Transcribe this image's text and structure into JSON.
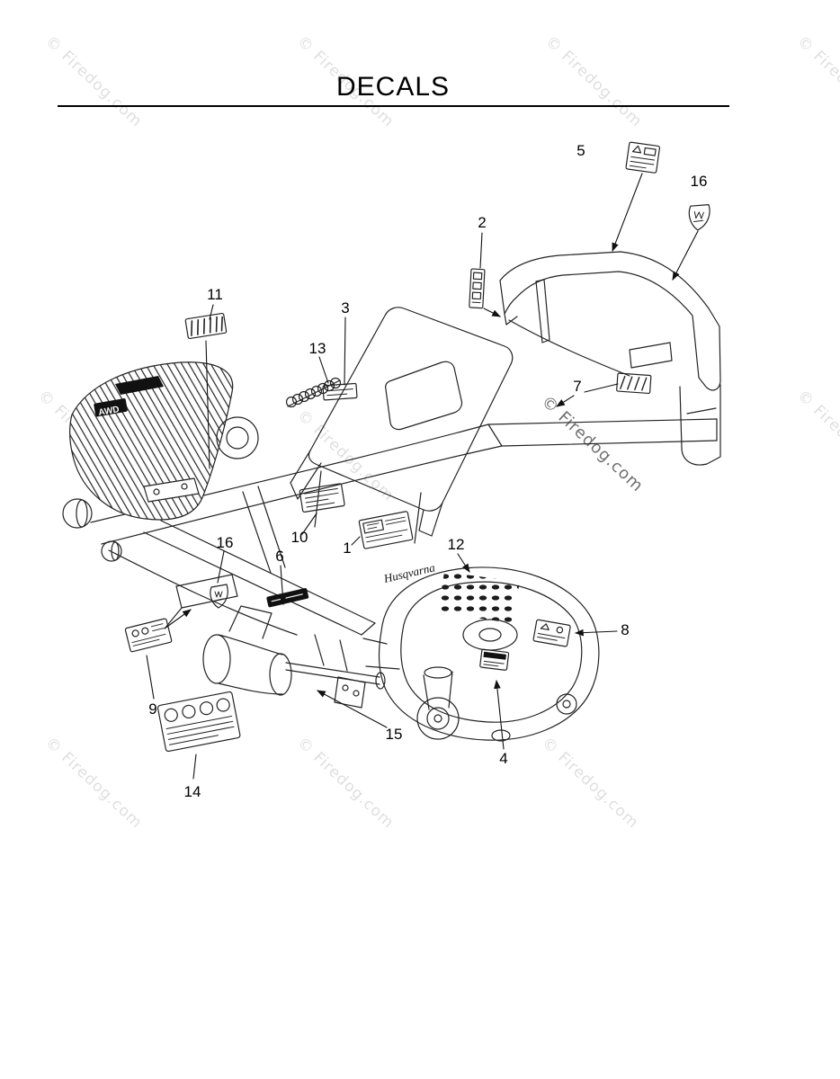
{
  "page": {
    "title": "DECALS",
    "watermark_text": "© Firedog.com"
  },
  "diagram": {
    "brand_text": "Husqvarna",
    "hood_text": "AWD",
    "callouts": [
      {
        "label": "5"
      },
      {
        "label": "16"
      },
      {
        "label": "2"
      },
      {
        "label": "11"
      },
      {
        "label": "3"
      },
      {
        "label": "13"
      },
      {
        "label": "7"
      },
      {
        "label": "16"
      },
      {
        "label": "10"
      },
      {
        "label": "6"
      },
      {
        "label": "1"
      },
      {
        "label": "12"
      },
      {
        "label": "8"
      },
      {
        "label": "9"
      },
      {
        "label": "15"
      },
      {
        "label": "4"
      },
      {
        "label": "14"
      }
    ]
  }
}
